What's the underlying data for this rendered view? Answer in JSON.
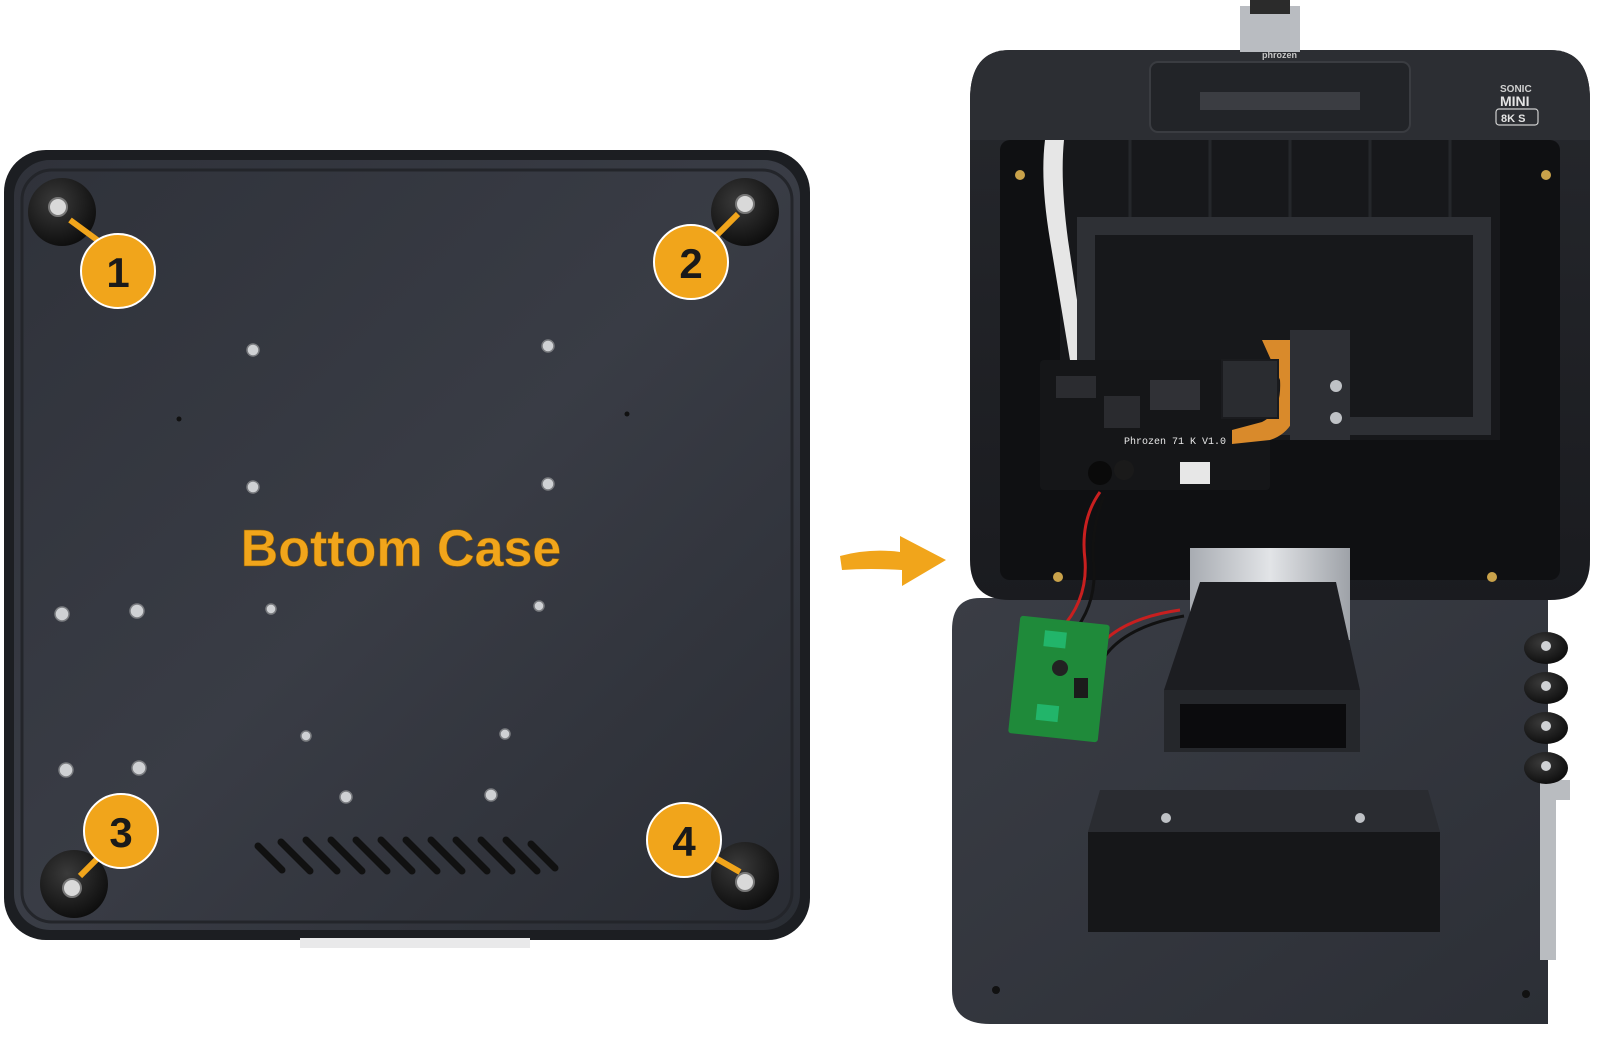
{
  "colors": {
    "background": "#ffffff",
    "case_dark": "#2b2e35",
    "case_edge": "#1c1e22",
    "accent_orange": "#f1a51b",
    "marker_text": "#1a1a1a",
    "pcb_green": "#1f8a3a",
    "ribbon_orange": "#d98a2b",
    "aluminum": "#c9ccd1"
  },
  "bottom_case": {
    "label": "Bottom Case",
    "markers": [
      "1",
      "2",
      "3",
      "4"
    ]
  },
  "printer": {
    "brand_top": "phrozen",
    "model_line1": "SONIC",
    "model_line2": "MINI",
    "model_line3": "8K S",
    "board_text": "Phrozen 71 K V1.0"
  },
  "icons": {
    "arrow": "right-arrow-icon",
    "foot": "rubber-foot-icon"
  }
}
